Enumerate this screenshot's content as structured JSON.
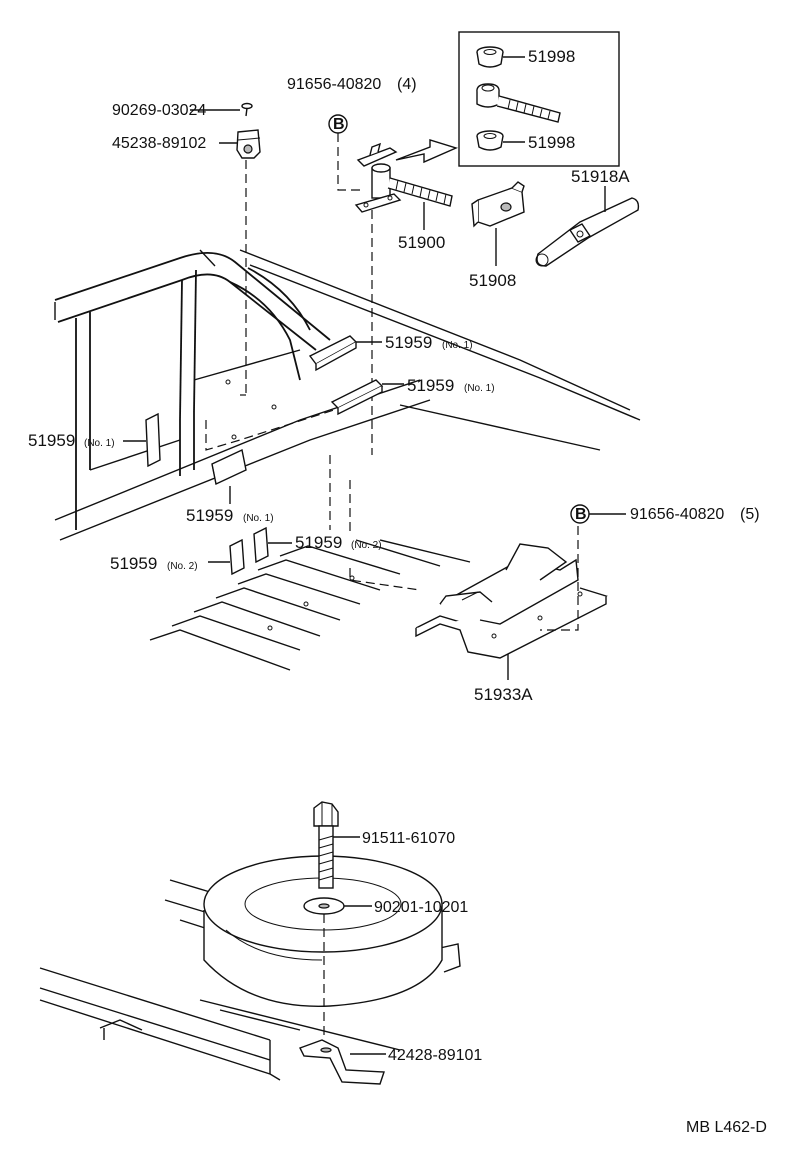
{
  "diagram": {
    "code": "MB L462-D",
    "callout_letter": "B",
    "labels": {
      "p90269": "90269-03024",
      "p45238": "45238-89102",
      "p91656_top": "91656-40820",
      "p91656_top_qty": "(4)",
      "p51998_top": "51998",
      "p51998_bottom": "51998",
      "p51918A": "51918A",
      "p51900": "51900",
      "p51908": "51908",
      "p51959_a": "51959",
      "p51959_a_sub": "(No. 1)",
      "p51959_b": "51959",
      "p51959_b_sub": "(No. 1)",
      "p51959_c": "51959",
      "p51959_c_sub": "(No. 1)",
      "p51959_d": "51959",
      "p51959_d_sub": "(No. 1)",
      "p51959_e": "51959",
      "p51959_e_sub": "(No. 2)",
      "p51959_f": "51959",
      "p51959_f_sub": "(No. 2)",
      "p91656_mid": "91656-40820",
      "p91656_mid_qty": "(5)",
      "p51933A": "51933A",
      "p91511": "91511-61070",
      "p90201": "90201-10201",
      "p42428": "42428-89101"
    }
  }
}
